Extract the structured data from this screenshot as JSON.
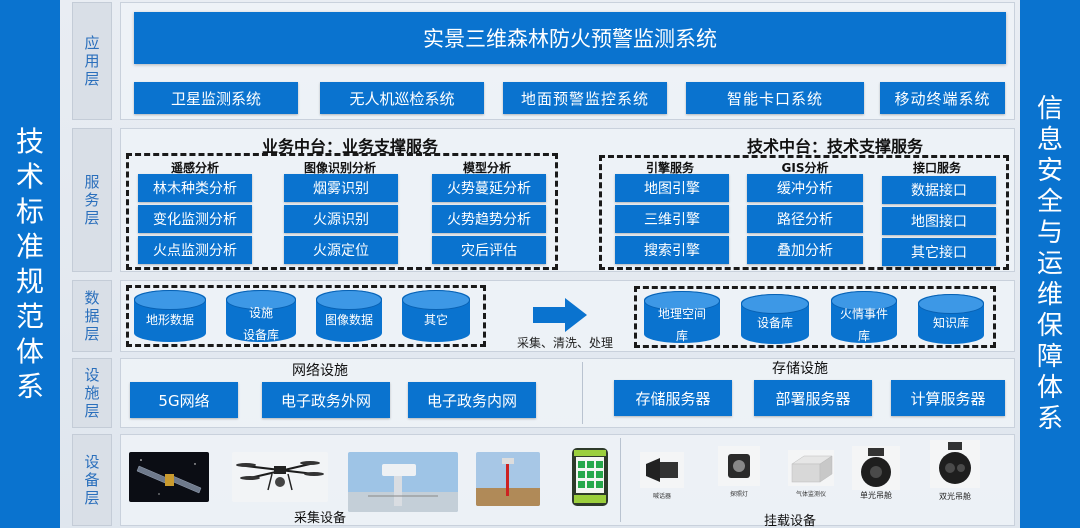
{
  "side_left": [
    "技",
    "术",
    "标",
    "准",
    "规",
    "范",
    "体",
    "系"
  ],
  "side_right": [
    "信",
    "息",
    "安",
    "全",
    "与",
    "运",
    "维",
    "保",
    "障",
    "体",
    "系"
  ],
  "layers": {
    "app": [
      "应",
      "用",
      "层"
    ],
    "service": [
      "服",
      "务",
      "层"
    ],
    "data": [
      "数",
      "据",
      "层"
    ],
    "infra": [
      "设",
      "施",
      "层"
    ],
    "device": [
      "设",
      "备",
      "层"
    ]
  },
  "app": {
    "title": "实景三维森林防火预警监测系统",
    "systems": [
      "卫星监测系统",
      "无人机巡检系统",
      "地面预警监控系统",
      "智能卡口系统",
      "移动终端系统"
    ]
  },
  "service": {
    "business_title": "业务中台：业务支撑服务",
    "tech_title": "技术中台：技术支撑服务",
    "business_groups": [
      {
        "name": "遥感分析",
        "items": [
          "林木种类分析",
          "变化监测分析",
          "火点监测分析"
        ]
      },
      {
        "name": "图像识别分析",
        "items": [
          "烟雾识别",
          "火源识别",
          "火源定位"
        ]
      },
      {
        "name": "模型分析",
        "items": [
          "火势蔓延分析",
          "火势趋势分析",
          "灾后评估"
        ]
      }
    ],
    "tech_groups": [
      {
        "name": "引擎服务",
        "items": [
          "地图引擎",
          "三维引擎",
          "搜索引擎"
        ]
      },
      {
        "name": "GIS分析",
        "items": [
          "缓冲分析",
          "路径分析",
          "叠加分析"
        ]
      },
      {
        "name": "接口服务",
        "items": [
          "数据接口",
          "地图接口",
          "其它接口"
        ]
      }
    ]
  },
  "data": {
    "raw": [
      "地形数据",
      "设施设备库",
      "图像数据",
      "其它"
    ],
    "raw_lines": [
      [
        "地形数据"
      ],
      [
        "设施",
        "设备库"
      ],
      [
        "图像数据"
      ],
      [
        "其它"
      ]
    ],
    "process_label": "采集、清洗、处理",
    "processed": [
      "地理空间库",
      "设备库",
      "火情事件库",
      "知识库"
    ],
    "processed_lines": [
      [
        "地理空间",
        "库"
      ],
      [
        "设备库"
      ],
      [
        "火情事件",
        "库"
      ],
      [
        "知识库"
      ]
    ]
  },
  "infra": {
    "network_title": "网络设施",
    "network": [
      "5G网络",
      "电子政务外网",
      "电子政务内网"
    ],
    "storage_title": "存储设施",
    "storage": [
      "存储服务器",
      "部署服务器",
      "计算服务器"
    ]
  },
  "device": {
    "collect_label": "采集设备",
    "mount_label": "挂载设备",
    "mount_captions": [
      "喊话器",
      "探照灯",
      "气体监测仪",
      "单光吊舱",
      "双光吊舱"
    ]
  },
  "colors": {
    "primary": "#0a73cf",
    "panel": "#eef2f7",
    "label_text": "#2a6fbc"
  },
  "icons": {
    "arrow": "right-arrow-icon",
    "satellite": "satellite-icon",
    "drone": "drone-icon",
    "camera_tower": "camera-tower-icon",
    "sensor_pole": "sensor-pole-icon",
    "phone": "mobile-phone-icon",
    "loudspeaker": "loudspeaker-icon",
    "searchlight": "searchlight-icon",
    "gas_detector": "gas-detector-icon",
    "single_gimbal": "single-gimbal-icon",
    "dual_gimbal": "dual-gimbal-icon"
  }
}
